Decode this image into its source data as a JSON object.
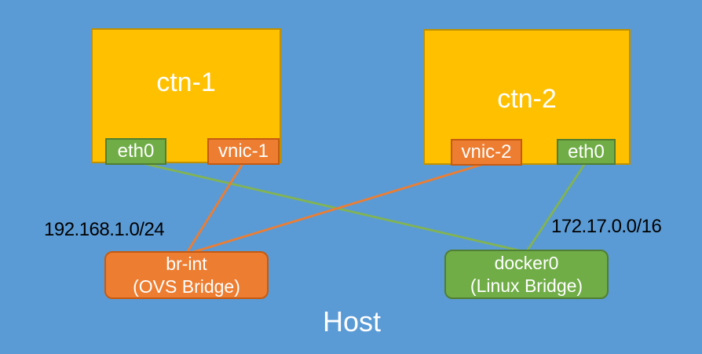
{
  "colors": {
    "background": "#5b9bd5",
    "container_fill": "#ffc000",
    "container_border": "#bf9000",
    "green_fill": "#70ad47",
    "green_border": "#507e32",
    "orange_fill": "#ed7d31",
    "orange_border": "#c55a11",
    "green_line": "#82b450",
    "orange_line": "#ed7d31",
    "box_text": "#ffffff",
    "subnet_text": "#000000",
    "host_text": "#ffffff"
  },
  "containers": [
    {
      "label": "ctn-1",
      "interfaces": [
        {
          "label": "eth0",
          "kind": "green"
        },
        {
          "label": "vnic-1",
          "kind": "orange"
        }
      ]
    },
    {
      "label": "ctn-2",
      "interfaces": [
        {
          "label": "vnic-2",
          "kind": "orange"
        },
        {
          "label": "eth0",
          "kind": "green"
        }
      ]
    }
  ],
  "bridges": [
    {
      "name": "br-int",
      "type": "(OVS Bridge)",
      "subnet": "192.168.1.0/24"
    },
    {
      "name": "docker0",
      "type": "(Linux Bridge)",
      "subnet": "172.17.0.0/16"
    }
  ],
  "host_label": "Host",
  "connections": [
    {
      "from": "ctn-1 eth0",
      "to": "docker0",
      "color_key": "green_line"
    },
    {
      "from": "ctn-1 vnic-1",
      "to": "br-int",
      "color_key": "orange_line"
    },
    {
      "from": "ctn-2 vnic-2",
      "to": "br-int",
      "color_key": "orange_line"
    },
    {
      "from": "ctn-2 eth0",
      "to": "docker0",
      "color_key": "green_line"
    }
  ]
}
